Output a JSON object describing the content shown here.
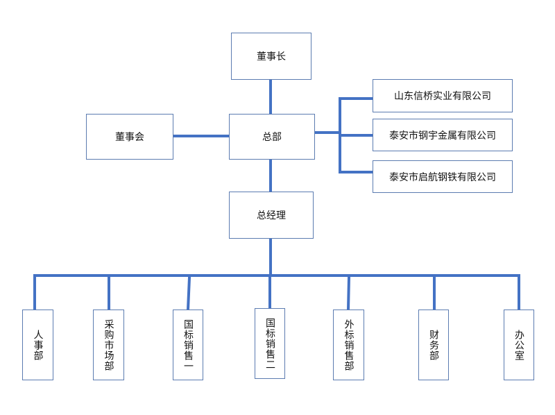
{
  "nodes": {
    "chairman": "董事长",
    "board": "董事会",
    "headquarters": "总部",
    "general_manager": "总经理",
    "subsidiaries": [
      "山东信桥实业有限公司",
      "泰安市钢宇金属有限公司",
      "泰安市启航钢铁有限公司"
    ],
    "departments": [
      "人事部",
      "采购市场部",
      "国标销售一",
      "国标销售二",
      "外标销售部",
      "财务部",
      "办公室"
    ]
  },
  "colors": {
    "line": "#4472c4",
    "border": "#5b7bb0"
  }
}
